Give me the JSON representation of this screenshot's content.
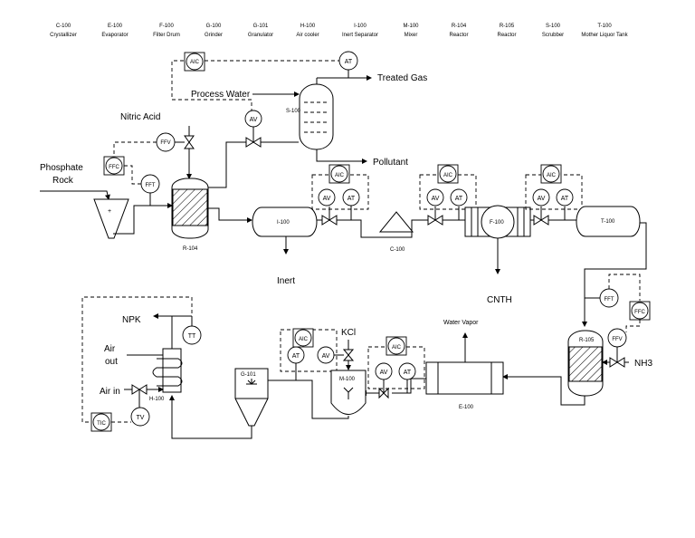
{
  "legend": [
    {
      "code": "C-100",
      "name": "Crystallizer"
    },
    {
      "code": "E-100",
      "name": "Evaporator"
    },
    {
      "code": "F-100",
      "name": "Filter Drum"
    },
    {
      "code": "G-100",
      "name": "Grinder"
    },
    {
      "code": "G-101",
      "name": "Granulator"
    },
    {
      "code": "H-100",
      "name": "Air cooler"
    },
    {
      "code": "I-100",
      "name": "Inert Separator"
    },
    {
      "code": "M-100",
      "name": "Mixer"
    },
    {
      "code": "R-104",
      "name": "Reactor"
    },
    {
      "code": "R-105",
      "name": "Reactor"
    },
    {
      "code": "S-100",
      "name": "Scrubber"
    },
    {
      "code": "T-100",
      "name": "Mother Liquor Tank"
    }
  ],
  "streams": {
    "treated_gas": "Treated Gas",
    "process_water": "Process Water",
    "nitric_acid": "Nitric Acid",
    "phosphate_rock_1": "Phosphate",
    "phosphate_rock_2": "Rock",
    "pollutant": "Pollutant",
    "inert": "Inert",
    "cnth": "CNTH",
    "water_vapor": "Water Vapor",
    "kcl": "KCl",
    "npk": "NPK",
    "air_out_1": "Air",
    "air_out_2": "out",
    "air_in": "Air in",
    "nh3": "NH3",
    "plus": "+"
  },
  "equipment": {
    "r104": "R-104",
    "s100": "S-100",
    "i100": "I-100",
    "c100": "C-100",
    "f100": "F-100",
    "t100": "T-100",
    "r105": "R-105",
    "e100": "E-100",
    "m100": "M-100",
    "g101": "G-101",
    "h100": "H-100"
  },
  "instruments": {
    "at": "AT",
    "aic": "AIC",
    "av": "AV",
    "ffv": "FFV",
    "ffc": "FFC",
    "fft": "FFT",
    "tt": "TT",
    "tv": "TV",
    "tic": "TIC"
  }
}
